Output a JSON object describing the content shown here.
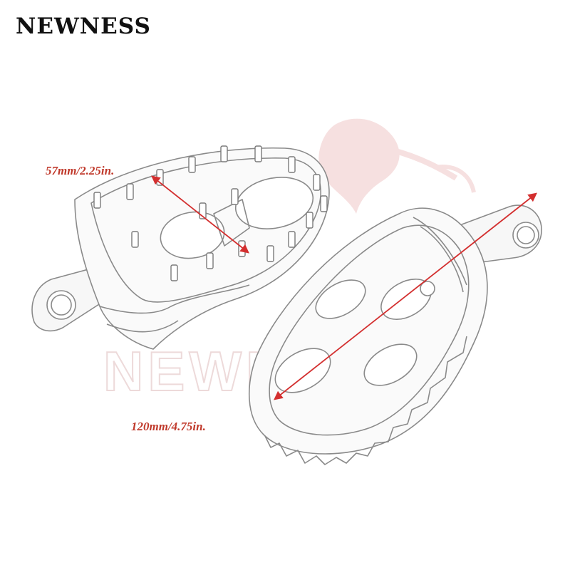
{
  "brand": {
    "name": "NEWNESS"
  },
  "watermark": {
    "text": "NEWNESS"
  },
  "dimensions": {
    "width_label": "57mm/2.25in.",
    "length_label": "120mm/4.75in."
  },
  "colors": {
    "dimension_text": "#c0392b",
    "dimension_line": "#d32f2f",
    "sketch_line": "#8a8a8a",
    "watermark": "#e8b5b5"
  }
}
